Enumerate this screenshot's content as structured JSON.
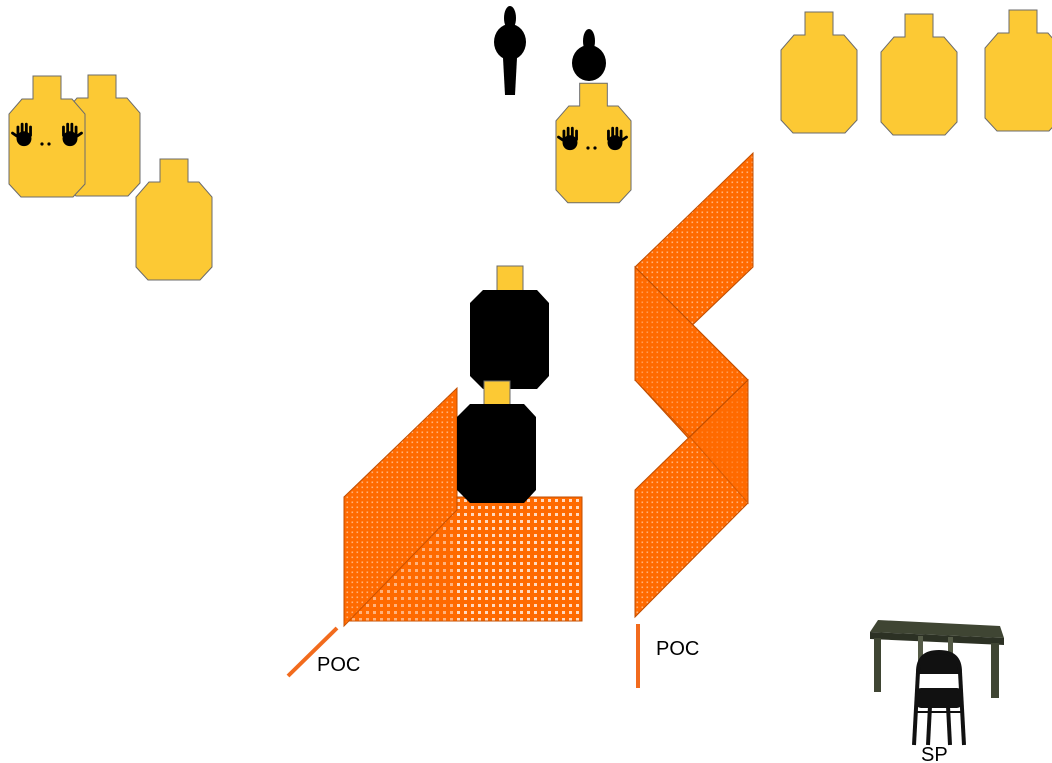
{
  "labels": {
    "poc_left": "POC",
    "poc_right": "POC",
    "start_position": "SP"
  },
  "colors": {
    "target": "#fcc934",
    "target_stroke": "#6b6b6b",
    "no_shoot": "#000000",
    "barrier": "#ff6a00",
    "barrier_dark": "#e65c00",
    "poc_line": "#f26b1d",
    "table": "#3f4533",
    "chair": "#111111"
  },
  "icons": {
    "table": "table-icon",
    "chair": "folding-chair-icon",
    "hands": "hands-up-icon",
    "popper": "popper-target-icon"
  }
}
